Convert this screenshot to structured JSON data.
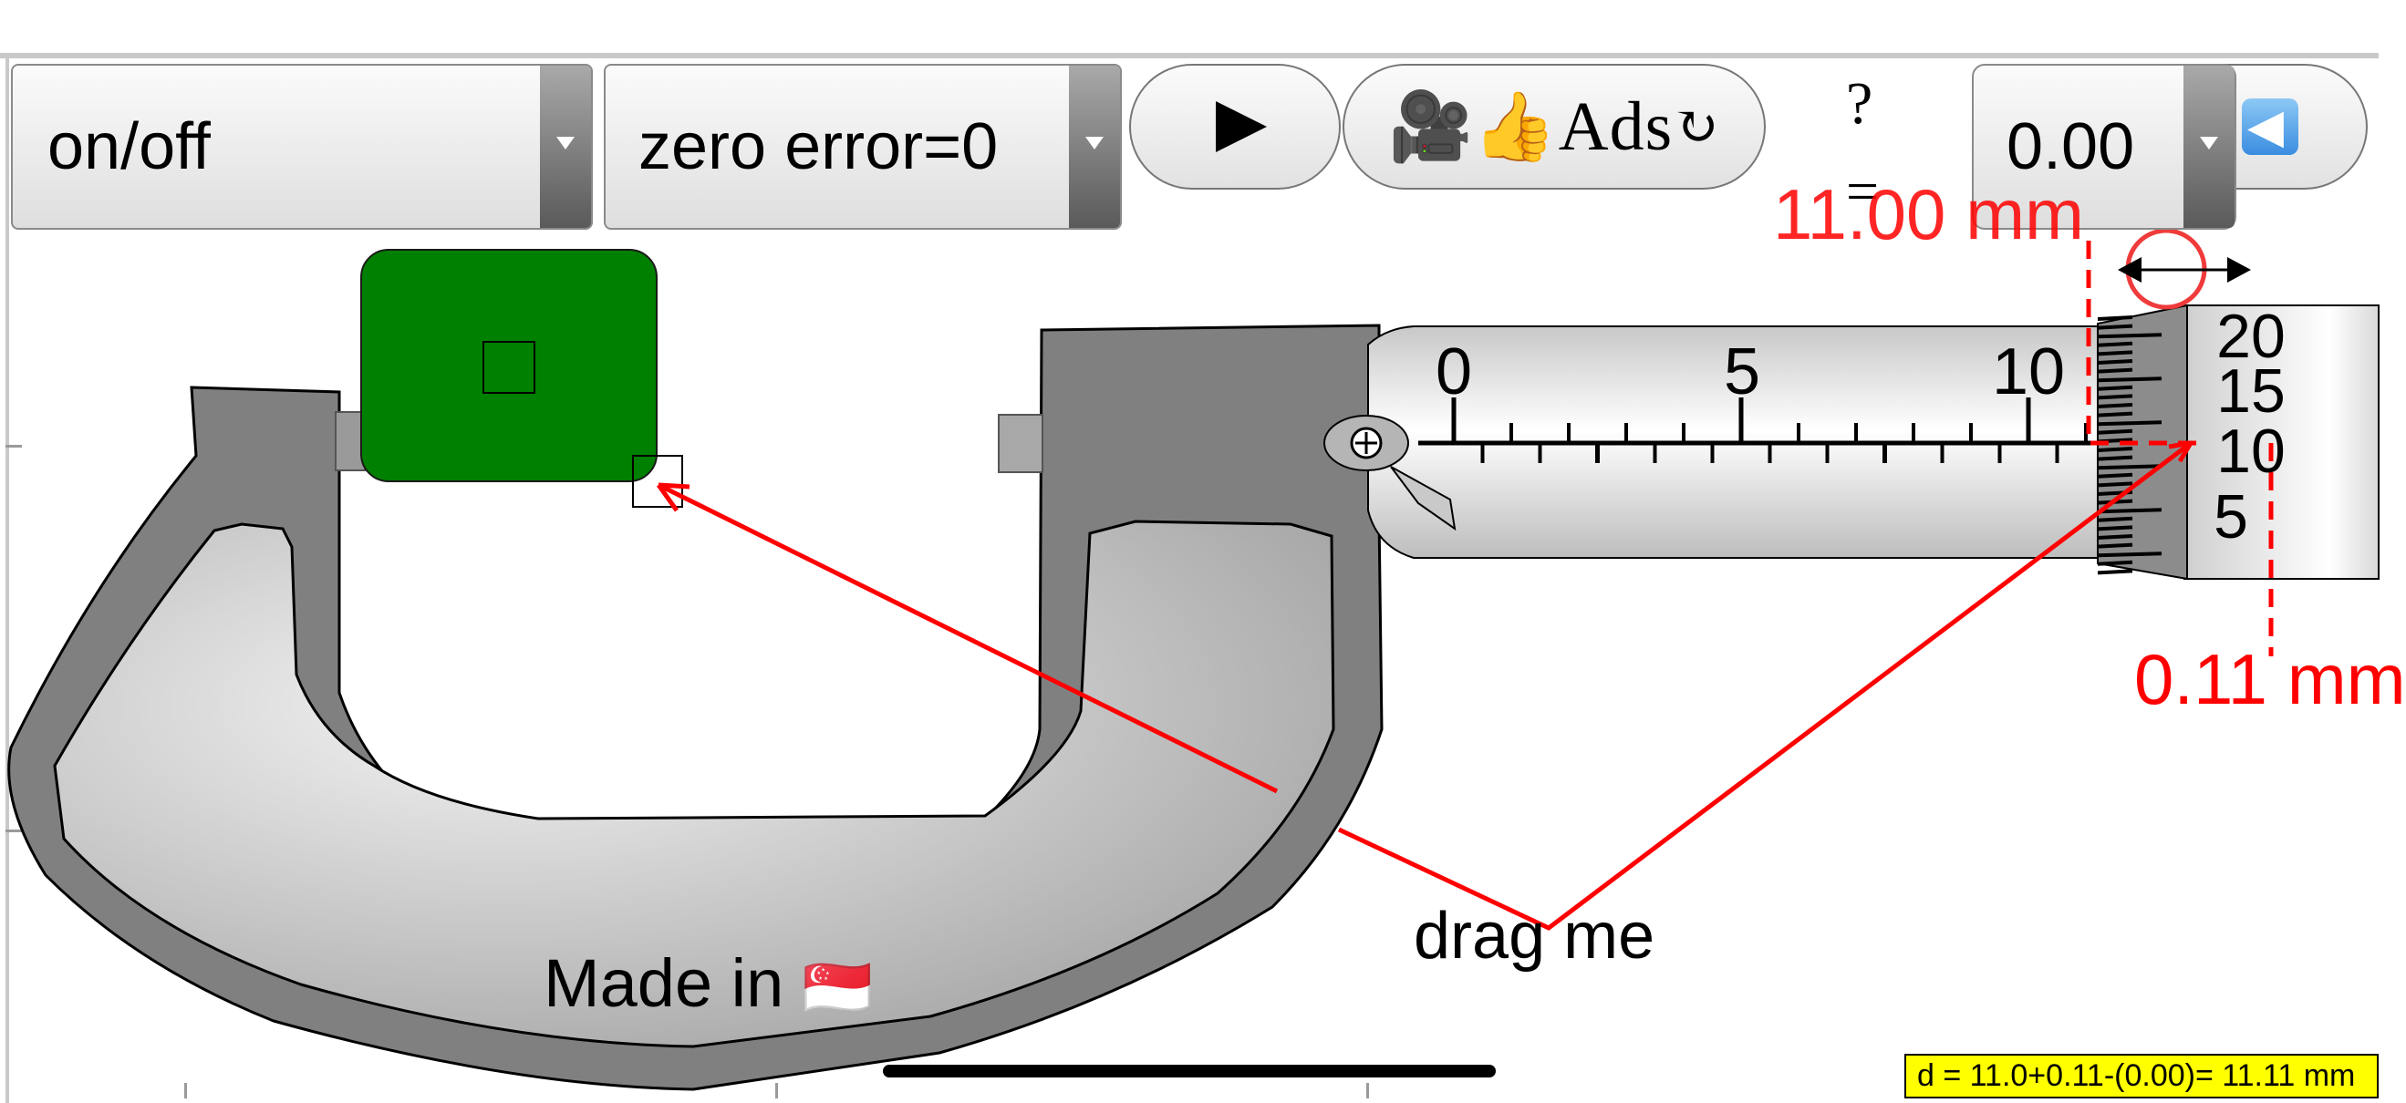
{
  "toolbar": {
    "onoff_select": "on/off",
    "zero_error_select": "zero error=0",
    "play_button": "▶",
    "ads_button": {
      "emoji": "🎥👍",
      "label": "Ads",
      "refresh_glyph": "↻"
    },
    "help_mark": "?",
    "equals_mark": "=",
    "zero_offset_select": "0.00",
    "back_button": "◀"
  },
  "readings": {
    "main_scale": "11.00 mm",
    "thimble": "0.11 mm",
    "result": "d = 11.0+0.11-(0.00)= 11.11 mm"
  },
  "sleeve_scale_labels": [
    "0",
    "5",
    "10"
  ],
  "thimble_labels": [
    "20",
    "15",
    "10",
    "5"
  ],
  "instructions": {
    "drag": "drag me"
  },
  "branding": {
    "made_in": "Made in",
    "flag": "🇸🇬"
  },
  "colors": {
    "object": "#008000",
    "annotation": "#ff0000",
    "result_bg": "#ffff00",
    "frame_dark": "#7a7a7a",
    "frame_light": "#cccccc"
  }
}
